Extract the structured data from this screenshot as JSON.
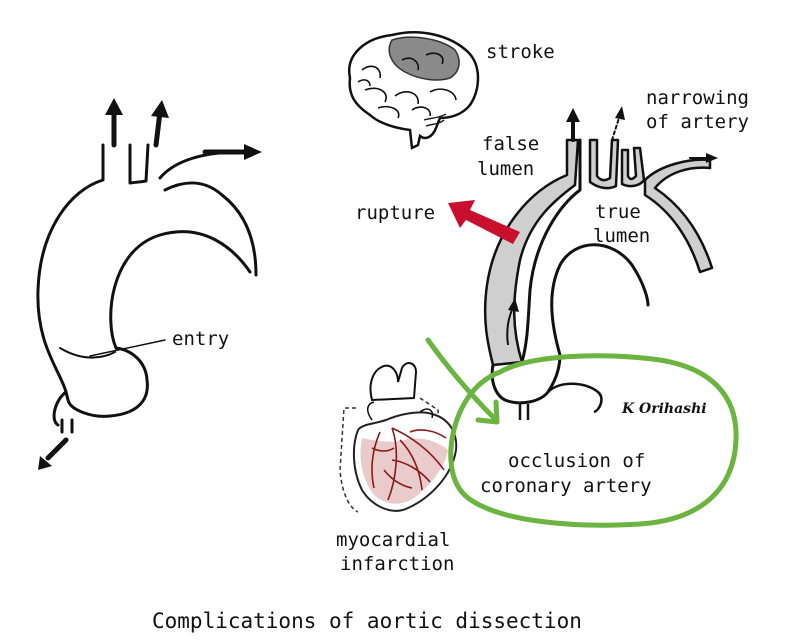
{
  "labels": {
    "entry": "entry",
    "stroke": "stroke",
    "narrowing_line1": "narrowing",
    "narrowing_line2": "of artery",
    "false_lumen_line1": "false",
    "false_lumen_line2": "lumen",
    "true_lumen_line1": "true",
    "true_lumen_line2": "lumen",
    "rupture": "rupture",
    "occlusion_line1": "occlusion of",
    "occlusion_line2": "coronary artery",
    "mi_line1": "myocardial",
    "mi_line2": "infarction"
  },
  "signature": "K Orihashi",
  "caption": "Complications of aortic dissection",
  "colors": {
    "rupture_arrow": "#c8102e",
    "false_lumen_fill": "#cfcfcf",
    "green_annotation": "#6ab43f",
    "heart_vessels": "#8b1a1a",
    "ink": "#111111"
  }
}
